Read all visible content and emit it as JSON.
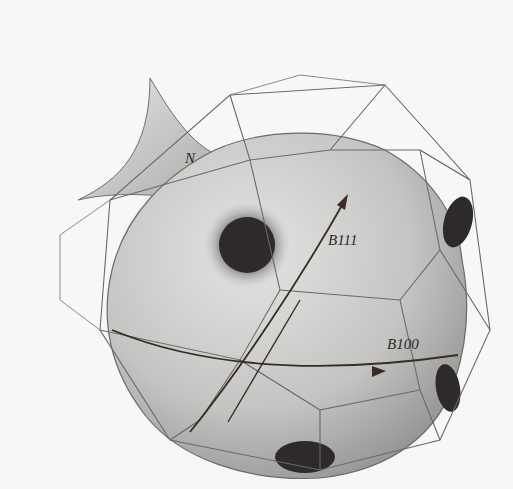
{
  "diagram": {
    "labels": [
      "N",
      "B111",
      "B100"
    ]
  }
}
